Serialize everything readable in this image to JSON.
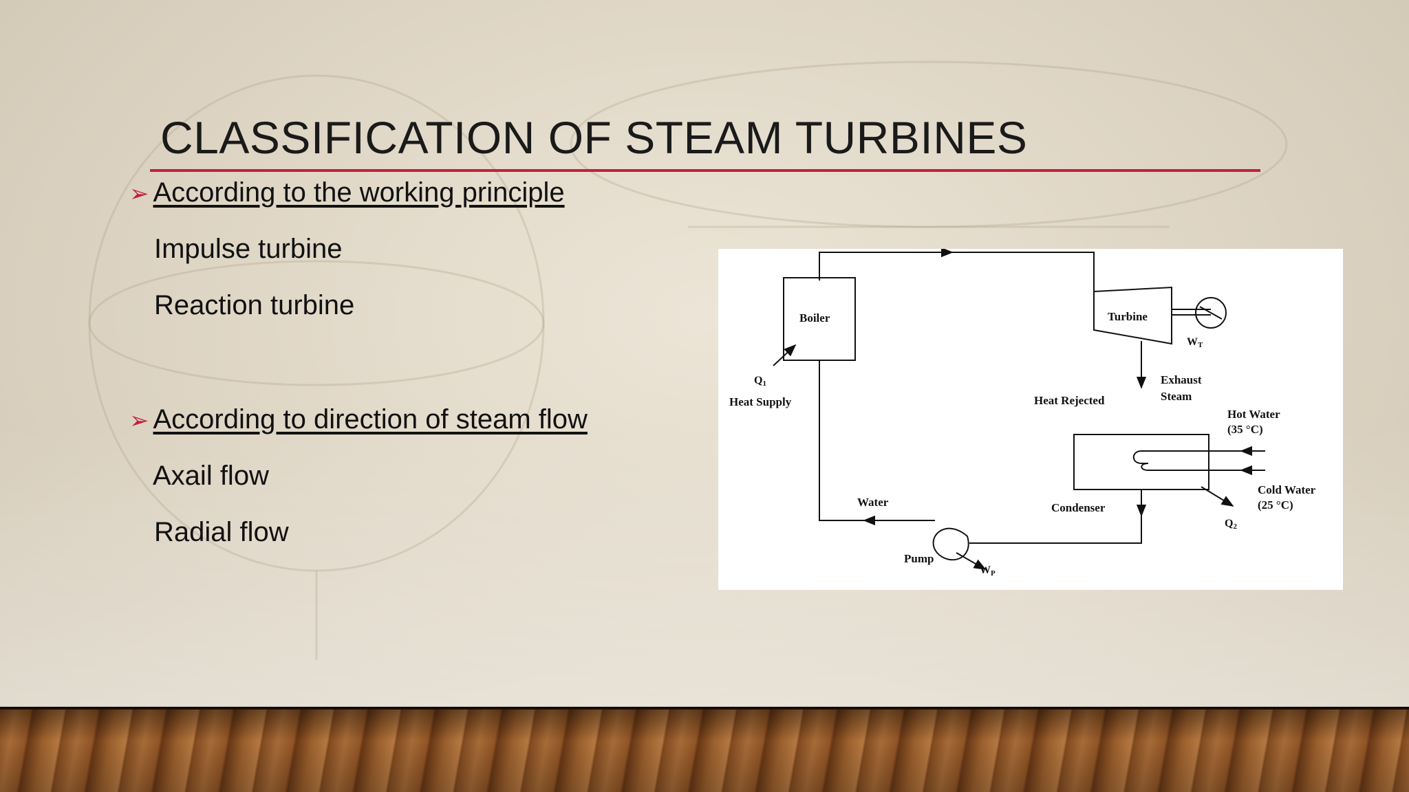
{
  "slide": {
    "title": "CLASSIFICATION OF STEAM TURBINES",
    "accent_color": "#c2203a",
    "sections": [
      {
        "heading": "According to the working principle",
        "items": [
          "Impulse turbine",
          "Reaction turbine"
        ]
      },
      {
        "heading": "According to direction of steam flow",
        "items": [
          "Axail flow",
          "Radial flow"
        ]
      }
    ]
  },
  "diagram": {
    "boiler": "Boiler",
    "turbine": "Turbine",
    "wt": "W",
    "wt_sub": "T",
    "q1": "Q",
    "q1_sub": "1",
    "heat_supply": "Heat Supply",
    "heat_rejected": "Heat Rejected",
    "exhaust_1": "Exhaust",
    "exhaust_2": "Steam",
    "hot_water_1": "Hot Water",
    "hot_water_2": "(35 °C)",
    "cold_water_1": "Cold Water",
    "cold_water_2": "(25 °C)",
    "q2": "Q",
    "q2_sub": "2",
    "condenser": "Condenser",
    "water": "Water",
    "pump": "Pump",
    "wp": "W",
    "wp_sub": "P"
  }
}
